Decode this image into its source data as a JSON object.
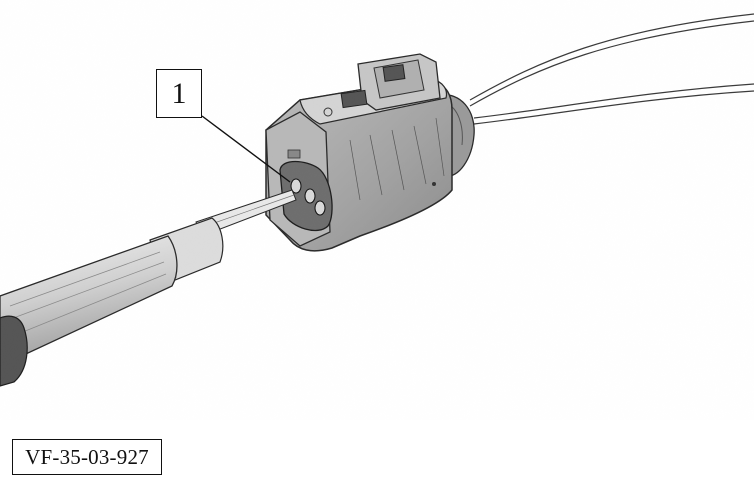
{
  "callout": {
    "label": "1"
  },
  "figure_reference": {
    "code": "VF-35-03-927"
  },
  "illustration": {
    "style": "pencil-sketch",
    "ink_color": "#2a2a2a",
    "shade_color": "#a8a8a8",
    "background_color": "#ffffff"
  }
}
